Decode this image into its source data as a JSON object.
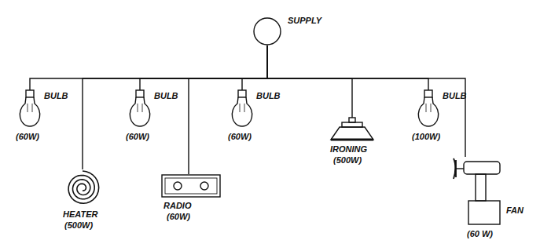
{
  "diagram": {
    "nodes": [
      {
        "text": [
          "SUPPLY"
        ]
      },
      {
        "text": [
          "BULB",
          "(60W)"
        ]
      },
      {
        "text": [
          "HEATER",
          "(500W)"
        ]
      },
      {
        "text": [
          "BULB",
          "(60W)"
        ]
      },
      {
        "text": [
          "RADIO",
          "(60W)"
        ]
      },
      {
        "text": [
          "BULB",
          "(60W)"
        ]
      },
      {
        "text": [
          "IRONING",
          "(500W)"
        ]
      },
      {
        "text": [
          "BULB",
          "(100W)"
        ]
      },
      {
        "text": [
          "FAN",
          "(60 W)"
        ]
      }
    ],
    "edges": [
      {
        "from": 0,
        "to": 1,
        "arrow": "none"
      },
      {
        "from": 0,
        "to": 2,
        "arrow": "none"
      },
      {
        "from": 0,
        "to": 3,
        "arrow": "none"
      },
      {
        "from": 0,
        "to": 4,
        "arrow": "none"
      },
      {
        "from": 0,
        "to": 5,
        "arrow": "none"
      },
      {
        "from": 0,
        "to": 6,
        "arrow": "none"
      },
      {
        "from": 0,
        "to": 7,
        "arrow": "none"
      },
      {
        "from": 0,
        "to": 8,
        "arrow": "none"
      }
    ]
  }
}
